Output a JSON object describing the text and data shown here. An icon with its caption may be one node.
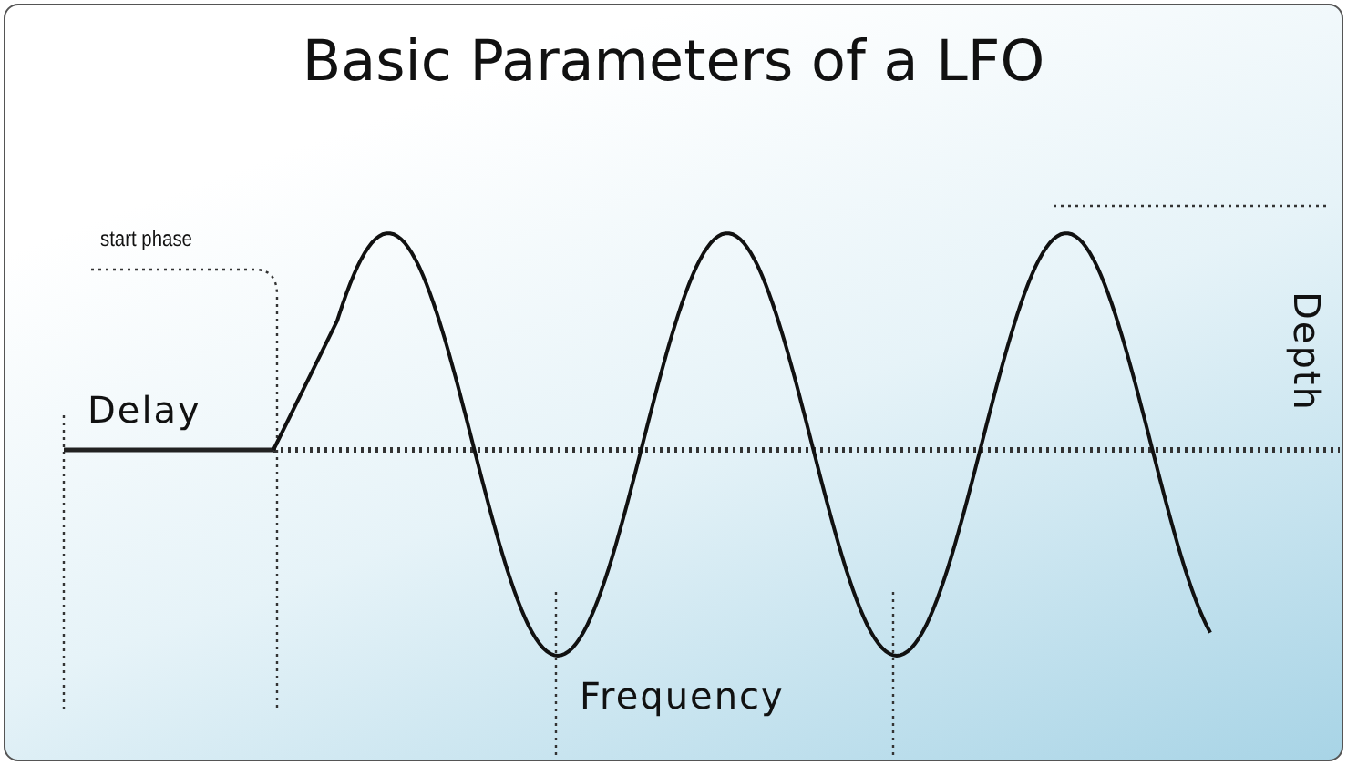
{
  "diagram": {
    "title": "Basic Parameters of a LFO",
    "labels": [
      "start phase",
      "Delay",
      "Depth",
      "Frequency"
    ]
  }
}
